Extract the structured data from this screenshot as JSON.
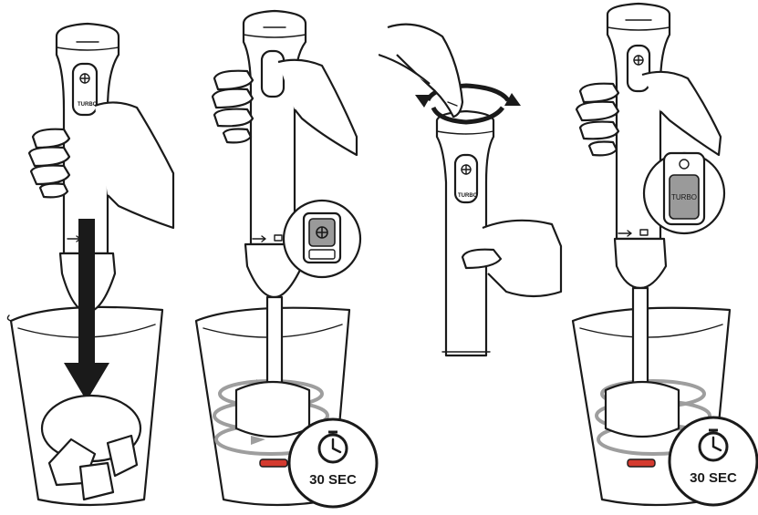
{
  "steps": [
    {
      "id": 1,
      "turbo_label": "TURBO"
    },
    {
      "id": 2
    },
    {
      "id": 3,
      "turbo_label": "TURBO"
    },
    {
      "id": 4,
      "zoom_turbo_label": "TURBO"
    }
  ],
  "timers": [
    {
      "label": "30 SEC"
    },
    {
      "label": "30 SEC"
    }
  ],
  "colors": {
    "line": "#1a1a1a",
    "highlight_button": "#9a9a9a",
    "motion_arrow": "#9e9e9e",
    "blade_red": "#d43a2f"
  }
}
